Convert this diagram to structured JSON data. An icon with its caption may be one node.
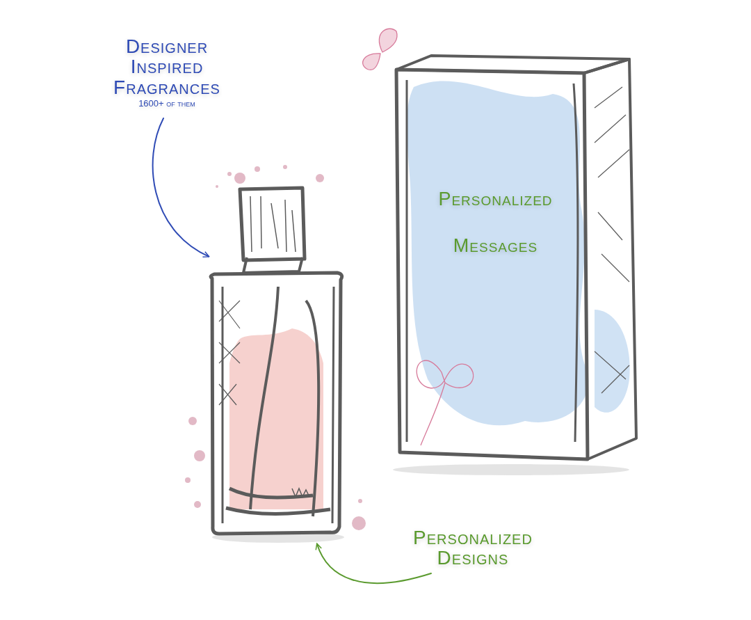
{
  "diagram": {
    "nodes": [
      {
        "text": [
          "Designer Inspired Fragrances",
          "1600+ of them"
        ]
      },
      {
        "text": [],
        "shape": "picture"
      },
      {
        "text": [
          "Personalized Messages"
        ]
      },
      {
        "text": [
          "Personalized Designs"
        ]
      }
    ],
    "edges": [
      {
        "from": 0,
        "to": 1,
        "arrow": "to",
        "color": "#2f4bb5"
      },
      {
        "from": 3,
        "to": 1,
        "arrow": "to",
        "color": "#5a9a2e"
      }
    ]
  }
}
